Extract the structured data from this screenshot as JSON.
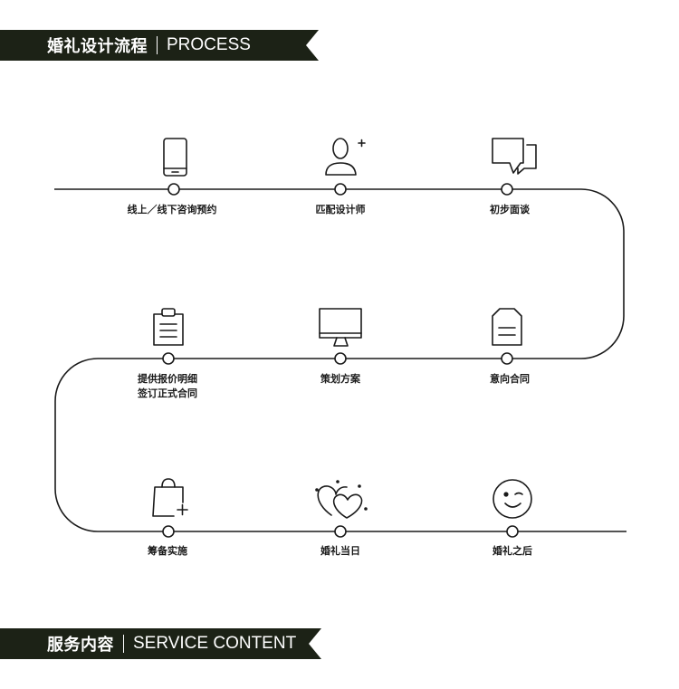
{
  "process_banner": {
    "title_cn": "婚礼设计流程",
    "title_en": "PROCESS"
  },
  "service_banner": {
    "title_cn": "服务内容",
    "title_en": "SERVICE CONTENT"
  },
  "steps": [
    {
      "label": "线上／线下咨询预约",
      "icon": "phone-icon"
    },
    {
      "label": "匹配设计师",
      "icon": "add-user-icon"
    },
    {
      "label": "初步面谈",
      "icon": "chat-bubbles-icon"
    },
    {
      "label": "意向合同",
      "icon": "document-icon"
    },
    {
      "label": "策划方案",
      "icon": "monitor-icon"
    },
    {
      "label": "提供报价明细",
      "label_line2": "签订正式合同",
      "icon": "clipboard-icon"
    },
    {
      "label": "筹备实施",
      "icon": "shopping-bag-icon"
    },
    {
      "label": "婚礼当日",
      "icon": "hearts-icon"
    },
    {
      "label": "婚礼之后",
      "icon": "smiley-wink-icon"
    }
  ],
  "colors": {
    "banner_bg": "#1c2216",
    "line": "#1a1a1a",
    "background": "#ffffff"
  }
}
